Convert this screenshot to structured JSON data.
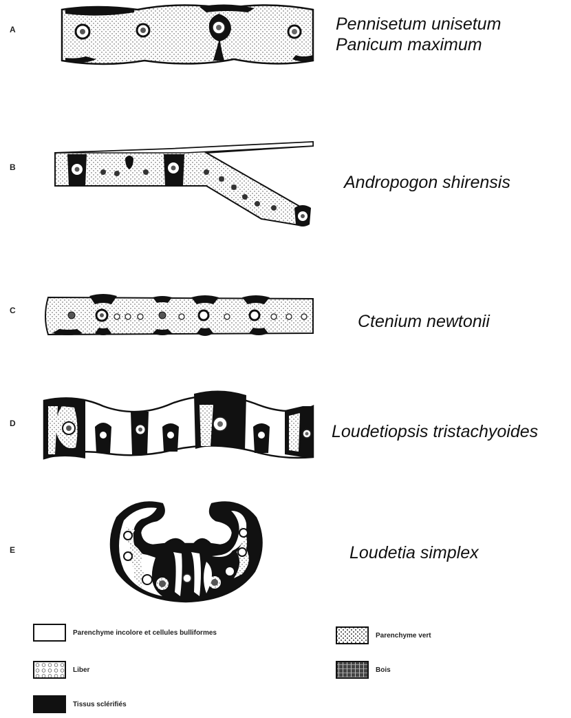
{
  "panels": {
    "a": {
      "letter": "A",
      "species_lines": [
        "Pennisetum unisetum",
        "Panicum maximum"
      ]
    },
    "b": {
      "letter": "B",
      "species_lines": [
        "Andropogon shirensis"
      ]
    },
    "c": {
      "letter": "C",
      "species_lines": [
        "Ctenium newtonii"
      ]
    },
    "d": {
      "letter": "D",
      "species_lines": [
        "Loudetiopsis tristachyoides"
      ]
    },
    "e": {
      "letter": "E",
      "species_lines": [
        "Loudetia simplex"
      ]
    }
  },
  "legend": {
    "parenchyme_incolore": "Parenchyme incolore et cellules bulliformes",
    "parenchyme_vert": "Parenchyme vert",
    "liber": "Liber",
    "bois": "Bois",
    "tissus_sclerifies": "Tissus sclérifiés"
  },
  "colors": {
    "sclerified_tissue": "#111111",
    "colorless_parenchyma": "#ffffff",
    "green_parenchyma_stipple": "#444444"
  }
}
